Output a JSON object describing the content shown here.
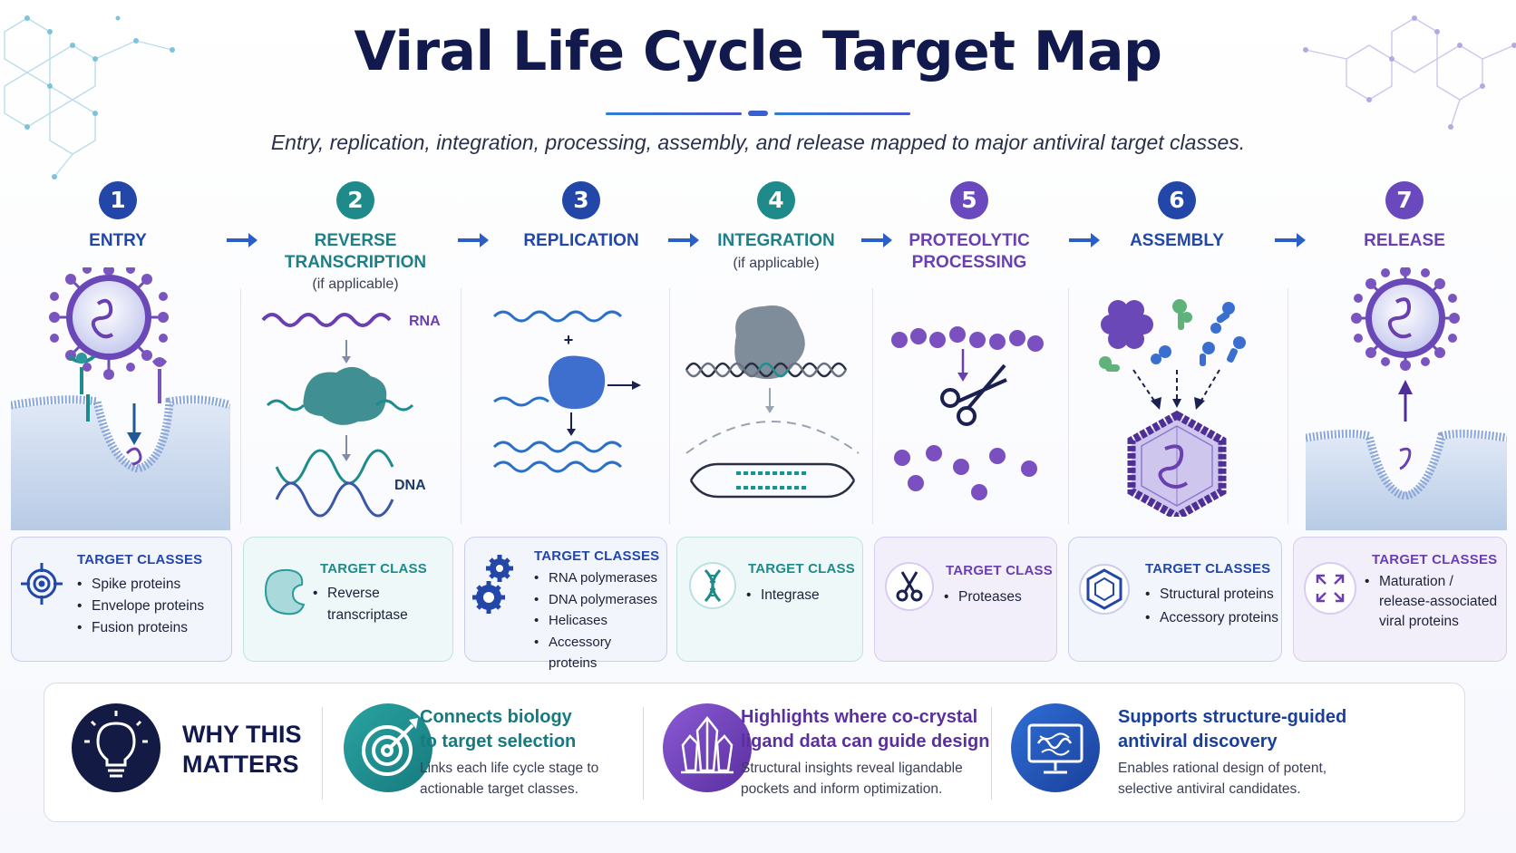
{
  "title": "Viral Life Cycle Target Map",
  "subtitle": "Entry, replication, integration, processing, assembly, and release mapped to major antiviral target classes.",
  "colors": {
    "navy": "#121a4d",
    "blue": "#2a4fb8",
    "teal": "#1e8c8c",
    "purple": "#6a3fb0"
  },
  "stages": [
    {
      "num": "1",
      "title_lines": [
        "ENTRY"
      ],
      "note": ""
    },
    {
      "num": "2",
      "title_lines": [
        "REVERSE",
        "TRANSCRIPTION"
      ],
      "note": "(if applicable)"
    },
    {
      "num": "3",
      "title_lines": [
        "REPLICATION"
      ],
      "note": ""
    },
    {
      "num": "4",
      "title_lines": [
        "INTEGRATION"
      ],
      "note": "(if applicable)"
    },
    {
      "num": "5",
      "title_lines": [
        "PROTEOLYTIC",
        "PROCESSING"
      ],
      "note": ""
    },
    {
      "num": "6",
      "title_lines": [
        "ASSEMBLY"
      ],
      "note": ""
    },
    {
      "num": "7",
      "title_lines": [
        "RELEASE"
      ],
      "note": ""
    }
  ],
  "illustration_labels": {
    "rna": "RNA",
    "dna": "DNA",
    "plus": "+"
  },
  "cards": [
    {
      "title": "TARGET CLASSES",
      "icon": "target-icon",
      "items": [
        "Spike proteins",
        "Envelope proteins",
        "Fusion proteins"
      ]
    },
    {
      "title": "TARGET CLASS",
      "icon": "enzyme-icon",
      "items": [
        "Reverse transcriptase"
      ]
    },
    {
      "title": "TARGET CLASSES",
      "icon": "gears-icon",
      "items": [
        "RNA polymerases",
        "DNA polymerases",
        "Helicases",
        "Accessory proteins"
      ]
    },
    {
      "title": "TARGET CLASS",
      "icon": "dna-icon",
      "items": [
        "Integrase"
      ]
    },
    {
      "title": "TARGET CLASS",
      "icon": "scissors-icon",
      "items": [
        "Proteases"
      ]
    },
    {
      "title": "TARGET CLASSES",
      "icon": "capsid-icon",
      "items": [
        "Structural proteins",
        "Accessory proteins"
      ]
    },
    {
      "title": "TARGET CLASSES",
      "icon": "expand-arrows-icon",
      "items": [
        "Maturation / release-associated viral proteins"
      ]
    }
  ],
  "why": {
    "line1": "WHY THIS",
    "line2": "MATTERS"
  },
  "benefits": [
    {
      "icon": "target-arrow-icon",
      "head_lines": [
        "Connects biology",
        "to target selection"
      ],
      "desc_lines": [
        "Links each life cycle stage to",
        "actionable target classes."
      ]
    },
    {
      "icon": "crystal-icon",
      "head_lines": [
        "Highlights where co-crystal",
        "ligand data can guide design"
      ],
      "desc_lines": [
        "Structural insights reveal ligandable",
        "pockets and inform optimization."
      ]
    },
    {
      "icon": "monitor-molecule-icon",
      "head_lines": [
        "Supports structure-guided",
        "antiviral discovery"
      ],
      "desc_lines": [
        "Enables rational design of potent,",
        "selective antiviral candidates."
      ]
    }
  ]
}
